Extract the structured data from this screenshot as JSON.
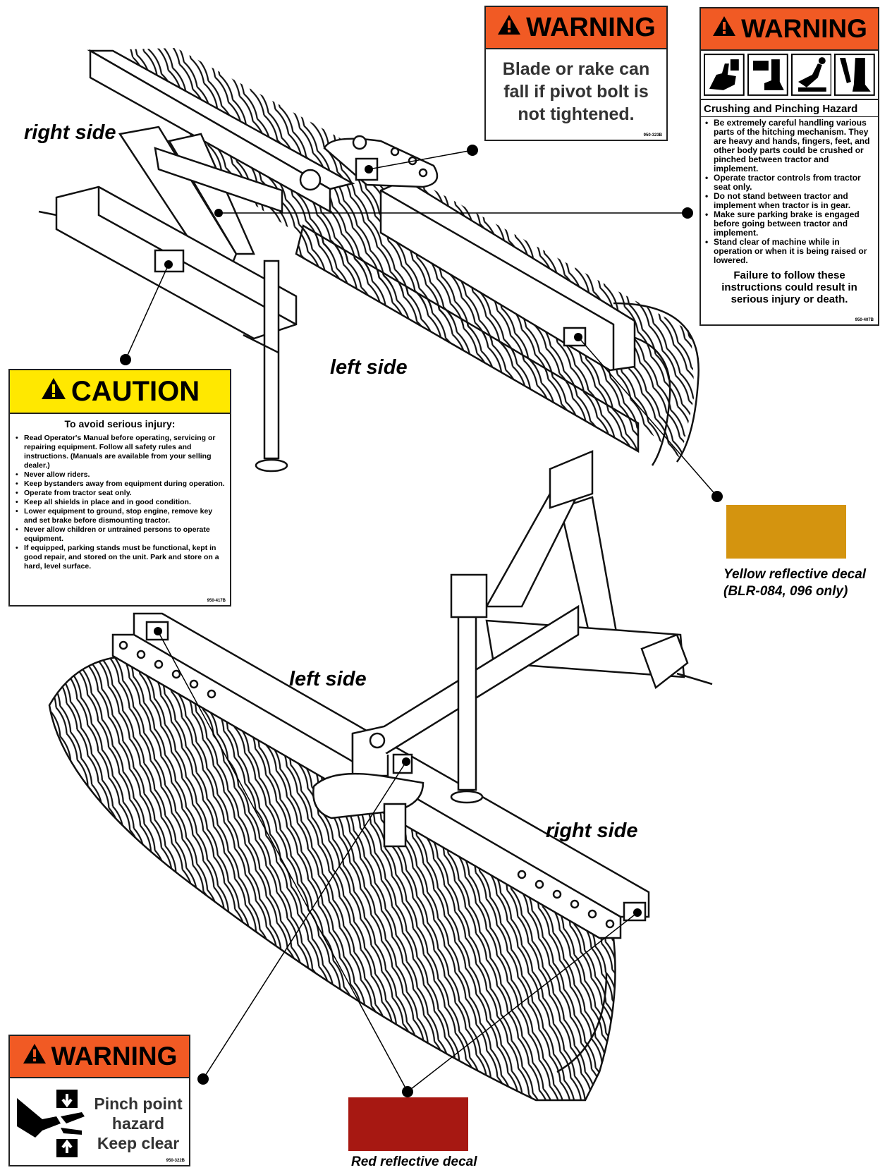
{
  "labels": {
    "top_right_side": "right side",
    "top_left_side": "left side",
    "bottom_left_side": "left side",
    "bottom_right_side": "right side"
  },
  "decal_bolt": {
    "header": "WARNING",
    "text": "Blade or rake can fall if pivot bolt is not tightened.",
    "code": "950-323B"
  },
  "decal_crush": {
    "header": "WARNING",
    "title": "Crushing and Pinching Hazard",
    "items": [
      "Be extremely careful handling various parts of the hitching mechanism. They are heavy and hands, fingers, feet, and other body parts could be crushed or pinched between tractor and implement.",
      "Operate tractor controls from tractor seat only.",
      "Do not stand between tractor and implement when tractor is in gear.",
      "Make sure parking brake is engaged before going between tractor and implement.",
      "Stand clear of machine while in operation or when it is being raised or lowered."
    ],
    "footer": "Failure to follow these instructions could result in serious injury or death.",
    "code": "950-407B"
  },
  "decal_caution": {
    "header": "CAUTION",
    "title": "To avoid serious injury:",
    "items": [
      "Read Operator's Manual before operating, servicing or repairing equipment. Follow all safety rules and instructions. (Manuals are available from your selling dealer.)",
      "Never allow riders.",
      "Keep bystanders away from equipment during operation.",
      "Operate from tractor seat only.",
      "Keep all shields in place and in good condition.",
      "Lower equipment to ground, stop engine, remove key and set brake before dismounting tractor.",
      "Never allow children or untrained persons to operate equipment.",
      "If equipped, parking stands must be functional, kept in good repair, and stored on the unit. Park and store on a hard, level surface."
    ],
    "code": "950-417B"
  },
  "decal_pinch": {
    "header": "WARNING",
    "line1": "Pinch point",
    "line2": "hazard",
    "line3": "Keep clear",
    "code": "950-322B"
  },
  "yellow_decal": {
    "caption_line1": "Yellow reflective decal",
    "caption_line2": "(BLR-084, 096 only)",
    "color": "#d4940f"
  },
  "red_decal": {
    "caption": "Red reflective decal",
    "color": "#a71812"
  },
  "colors": {
    "warning_orange": "#f15a24",
    "caution_yellow": "#ffe800"
  }
}
